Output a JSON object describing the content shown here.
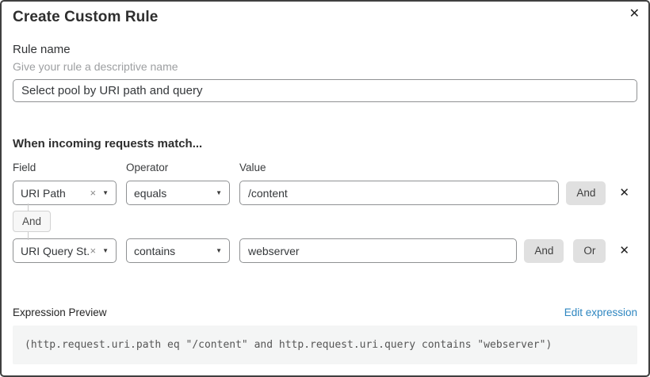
{
  "dialog": {
    "title": "Create Custom Rule"
  },
  "icons": {
    "close": "✕",
    "clear": "×",
    "caret": "▼",
    "remove": "✕"
  },
  "rule_name": {
    "label": "Rule name",
    "helper": "Give your rule a descriptive name",
    "value": "Select pool by URI path and query"
  },
  "matcher": {
    "heading": "When incoming requests match...",
    "columns": {
      "field": "Field",
      "operator": "Operator",
      "value": "Value"
    },
    "connector": "And",
    "rows": [
      {
        "field": "URI Path",
        "operator": "equals",
        "value": "/content",
        "and_label": "And"
      },
      {
        "field": "URI Query St...",
        "operator": "contains",
        "value": "webserver",
        "and_label": "And",
        "or_label": "Or"
      }
    ]
  },
  "expression": {
    "label": "Expression Preview",
    "edit_link": "Edit expression",
    "code": "(http.request.uri.path eq \"/content\" and http.request.uri.query contains \"webserver\")"
  },
  "colors": {
    "accent_link": "#2e86c0",
    "button_bg": "#e0e0e0",
    "code_bg": "#f4f5f5",
    "border_dark": "#3f3f3f",
    "input_border": "#8f9193"
  }
}
